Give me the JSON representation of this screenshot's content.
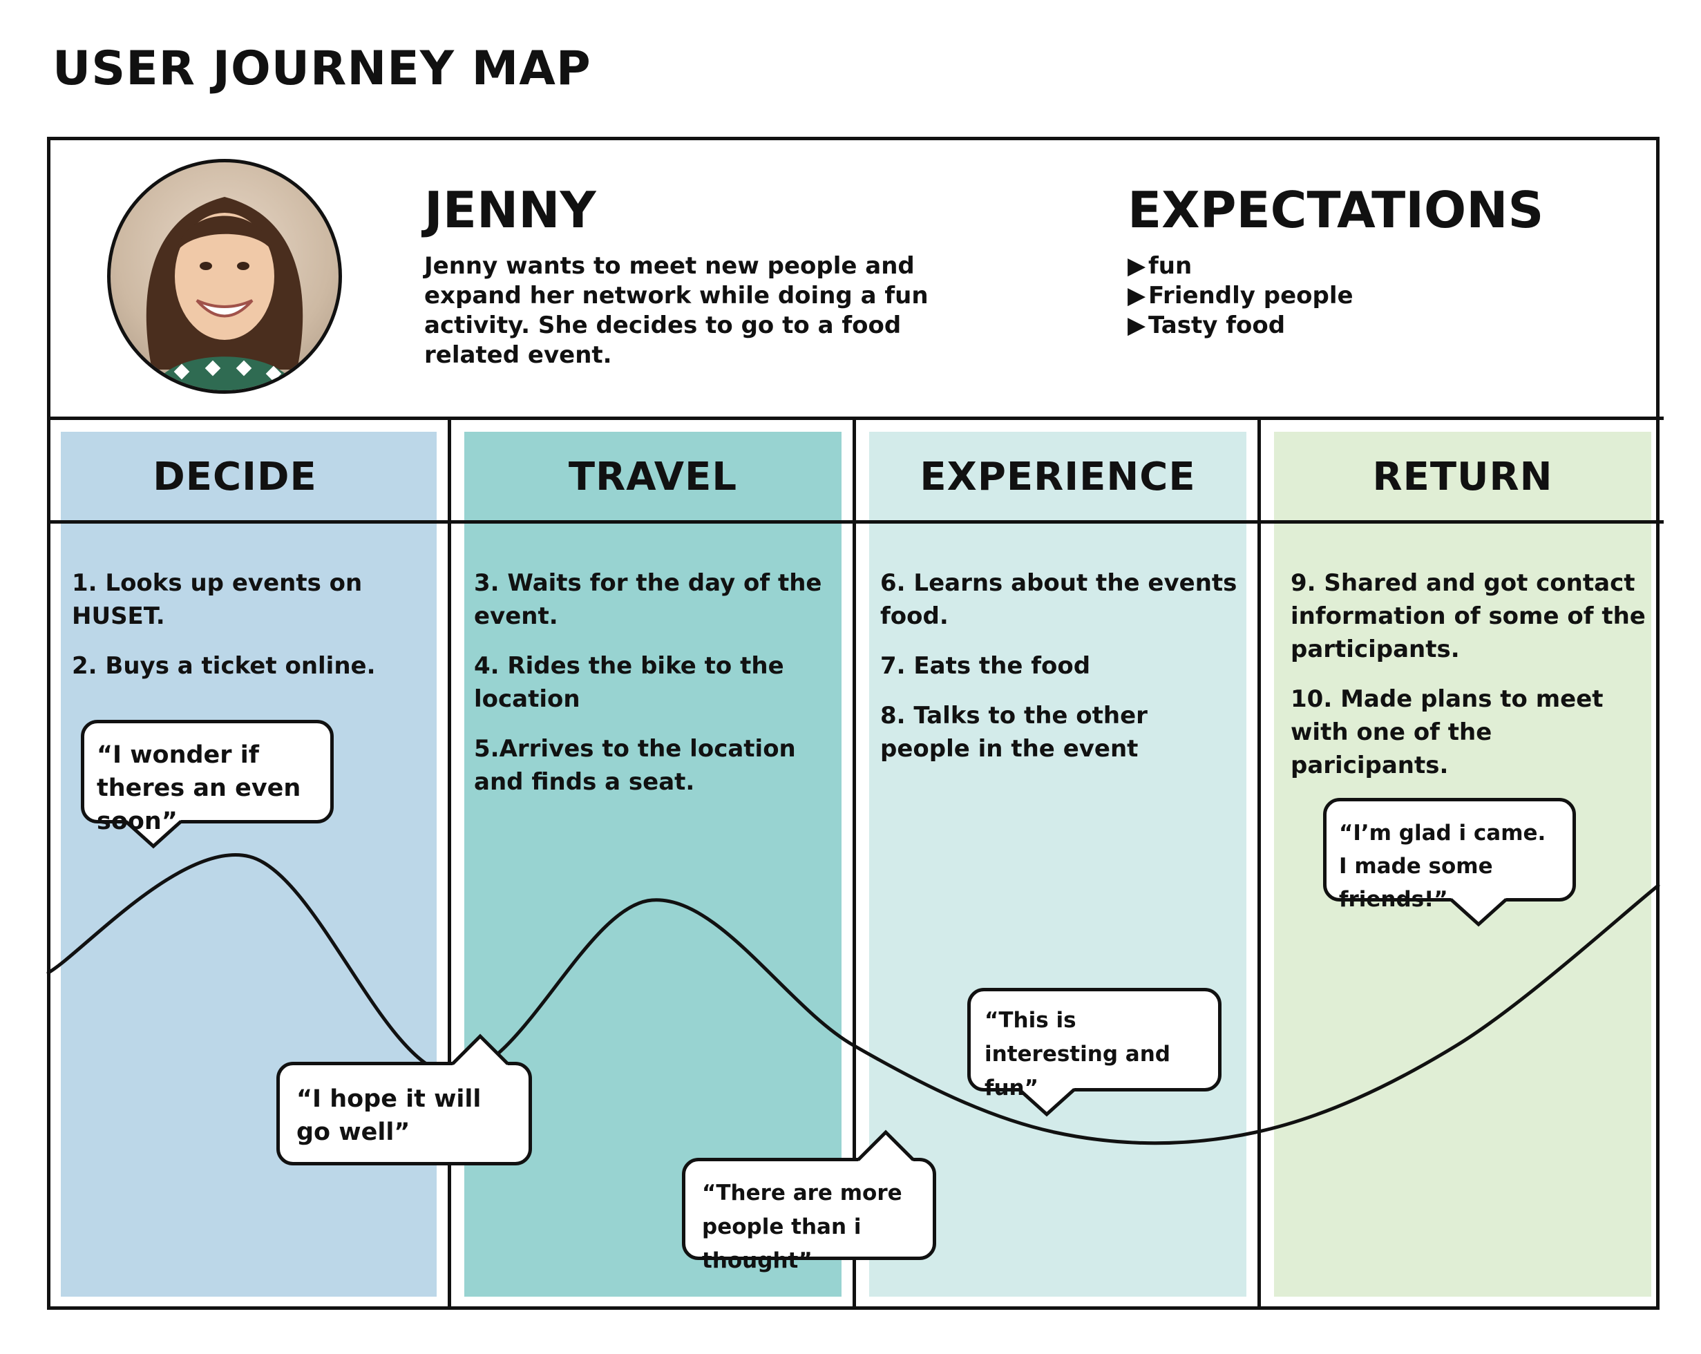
{
  "page": {
    "title": "USER JOURNEY MAP"
  },
  "persona": {
    "name": "JENNY",
    "description": "Jenny wants to meet new people and expand her network while doing a fun activity. She decides to go to a food related event."
  },
  "expectations": {
    "title": "EXPECTATIONS",
    "items": [
      "fun",
      "Friendly people",
      "Tasty food"
    ]
  },
  "stages": [
    {
      "name": "DECIDE",
      "color": "#bcd7e8",
      "steps": [
        "1. Looks up events on HUSET.",
        "2. Buys a ticket online."
      ],
      "quotes": [
        "“I wonder if theres an even soon”",
        "“I hope it will go well”"
      ]
    },
    {
      "name": "TRAVEL",
      "color": "#98d3d1",
      "steps": [
        "3. Waits for the day of the event.",
        "4. Rides the bike to the location",
        "5.Arrives to the location and finds a seat."
      ],
      "quotes": [
        "“There are more people than i thought”"
      ]
    },
    {
      "name": "EXPERIENCE",
      "color": "#d3ebea",
      "steps": [
        "6. Learns about  the events food.",
        "7. Eats the food",
        "8. Talks to the other people in the event"
      ],
      "quotes": [
        "“This is interesting and fun”"
      ]
    },
    {
      "name": "RETURN",
      "color": "#e0eed5",
      "steps": [
        "9. Shared and got contact information of some of the participants.",
        "10. Made plans to meet with one of the paricipants."
      ],
      "quotes": [
        "“I’m glad i came. I made some friends!”"
      ]
    }
  ],
  "emotion_curve": {
    "type": "line",
    "x": [
      0,
      0.5,
      1,
      1.5,
      2,
      2.5,
      3,
      3.5,
      4
    ],
    "y": [
      0.6,
      1.0,
      0.25,
      0.85,
      0.35,
      0.05,
      0.05,
      0.35,
      0.9
    ]
  }
}
